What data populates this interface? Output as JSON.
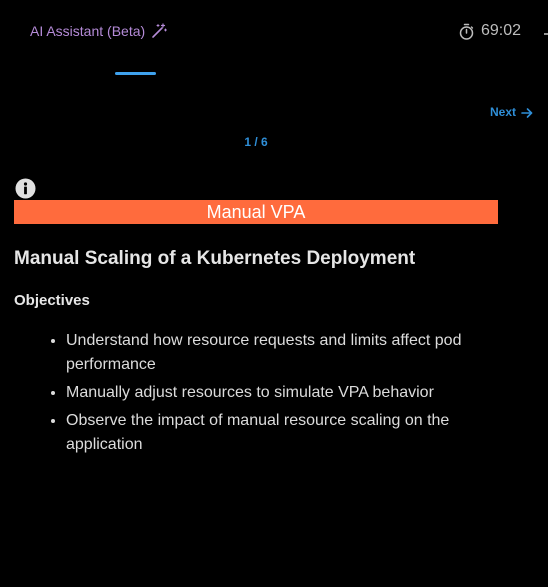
{
  "header": {
    "ai_assistant_label": "AI Assistant (Beta)",
    "ai_icon": "magic-wand-icon",
    "timer": "69:02",
    "timer_icon": "stopwatch-icon"
  },
  "navigation": {
    "next_label": "Next",
    "next_icon": "arrow-right-icon",
    "page_indicator": "1 / 6"
  },
  "content": {
    "info_icon": "info-icon",
    "banner_text": "Manual VPA",
    "title": "Manual Scaling of a Kubernetes Deployment",
    "objectives_heading": "Objectives",
    "objectives": [
      "Understand how resource requests and limits affect pod performance",
      "Manually adjust resources to simulate VPA behavior",
      "Observe the impact of manual resource scaling on the application"
    ]
  },
  "colors": {
    "background": "#000000",
    "banner": "#ff6b3d",
    "accent_blue": "#2f8fd8",
    "ai_purple": "#b58bd8",
    "text": "#e6e6e6"
  }
}
